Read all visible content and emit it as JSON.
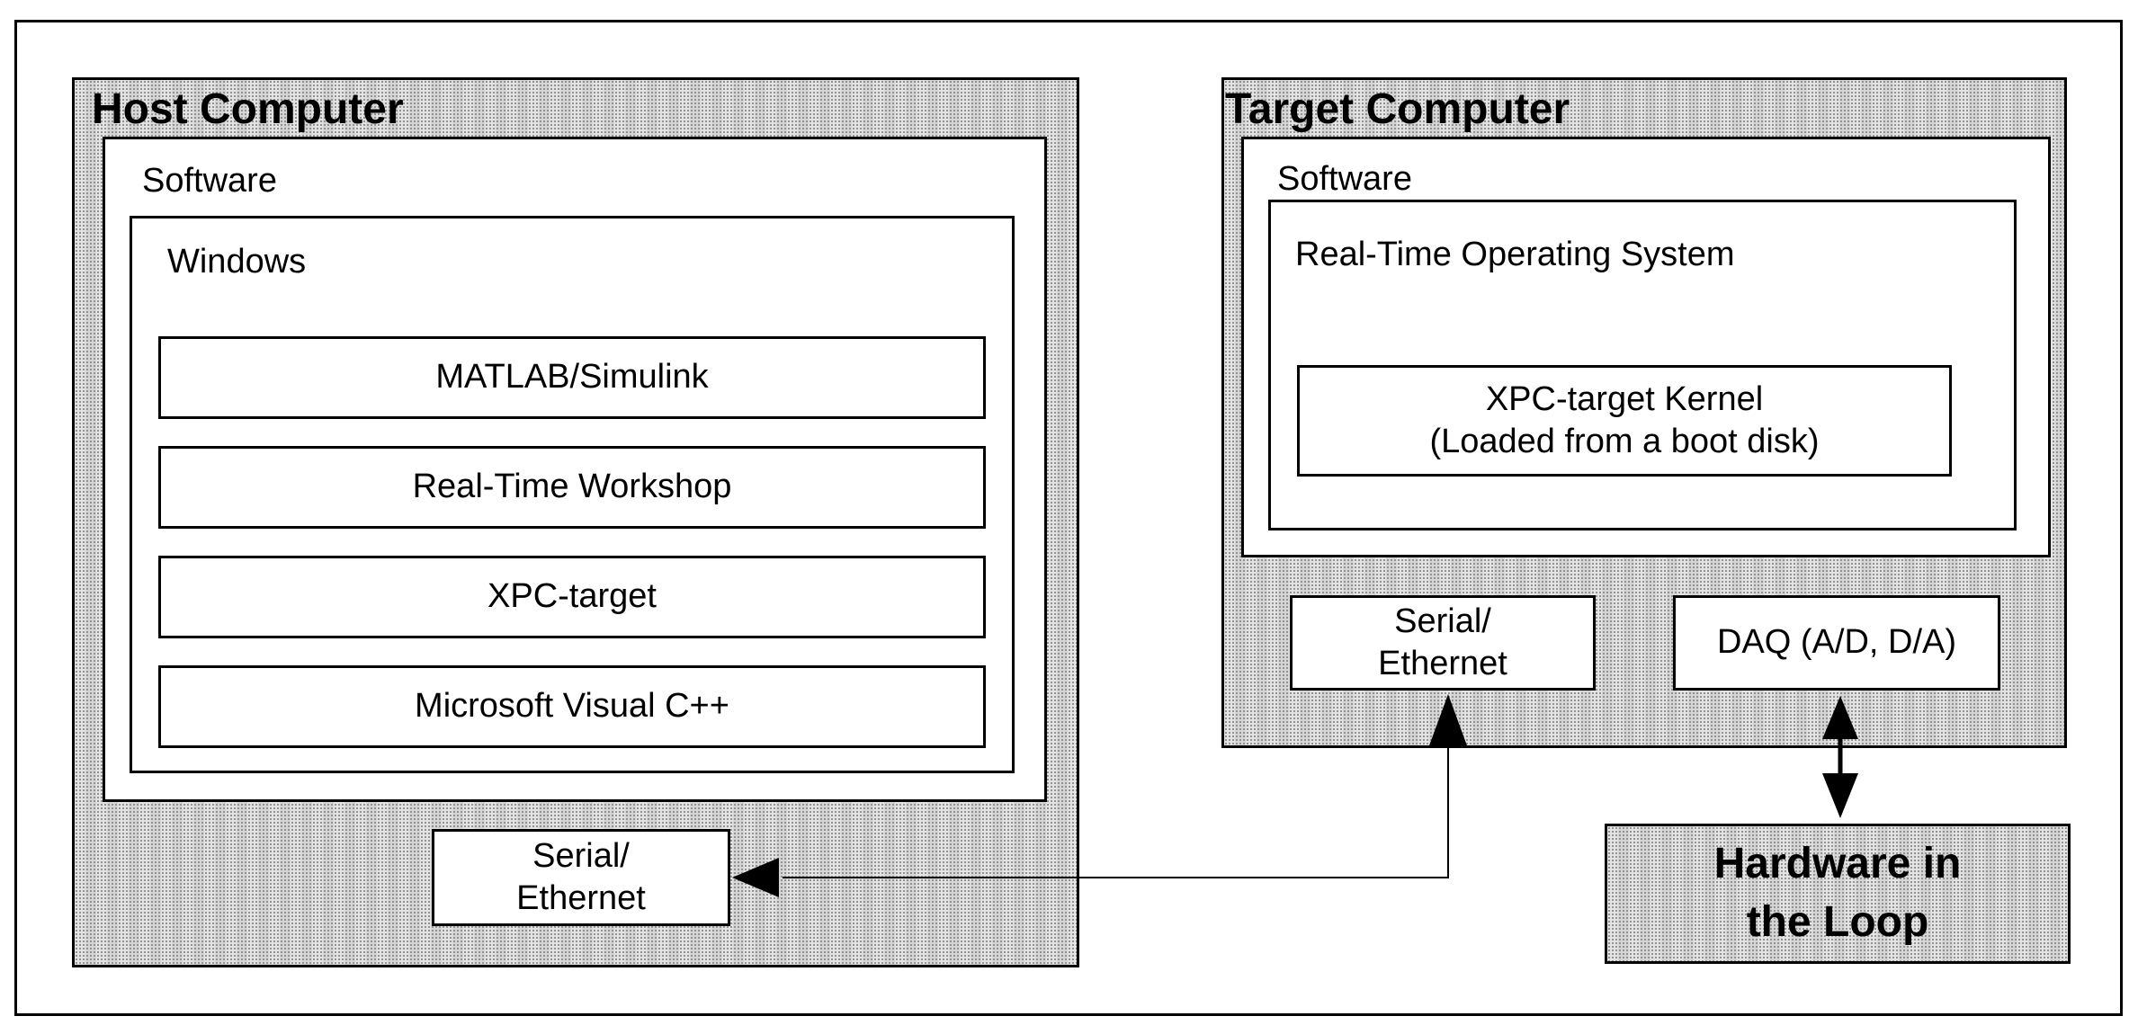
{
  "host": {
    "title": "Host Computer",
    "software_label": "Software",
    "os_label": "Windows",
    "stack": [
      "MATLAB/Simulink",
      "Real-Time Workshop",
      "XPC-target",
      "Microsoft Visual C++"
    ],
    "comm_line1": "Serial/",
    "comm_line2": "Ethernet"
  },
  "target": {
    "title": "Target Computer",
    "software_label": "Software",
    "os_label": "Real-Time Operating System",
    "kernel_line1": "XPC-target Kernel",
    "kernel_line2": "(Loaded from a boot disk)",
    "comm_line1": "Serial/",
    "comm_line2": "Ethernet",
    "daq": "DAQ (A/D, D/A)"
  },
  "hardware": {
    "line1": "Hardware in",
    "line2": "the Loop"
  }
}
